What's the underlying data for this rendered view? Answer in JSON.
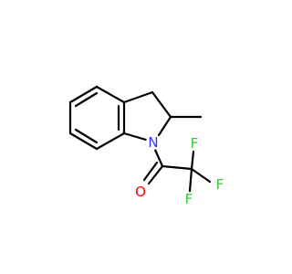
{
  "atoms": {
    "nitrogen": {
      "symbol": "N",
      "color": "#3333ff"
    },
    "oxygen": {
      "symbol": "O",
      "color": "#ff0000"
    },
    "fluorine_1": {
      "symbol": "F",
      "color": "#33cc33"
    },
    "fluorine_2": {
      "symbol": "F",
      "color": "#33cc33"
    },
    "fluorine_3": {
      "symbol": "F",
      "color": "#33cc33"
    }
  },
  "colors": {
    "bond": "#000000",
    "background": "#ffffff"
  }
}
